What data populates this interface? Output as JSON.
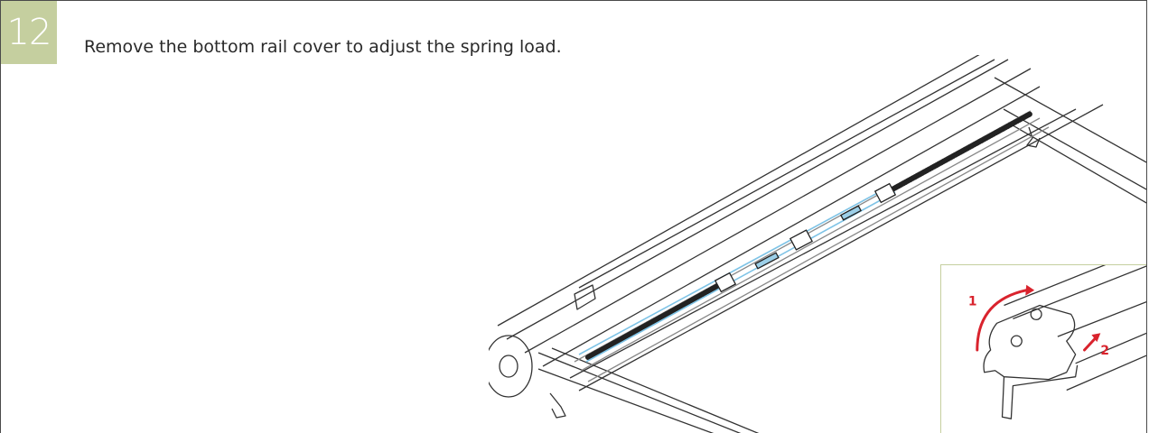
{
  "step": {
    "number": "12"
  },
  "instruction": {
    "text": "Remove the bottom rail cover to adjust the spring load."
  },
  "detail": {
    "callout_1": "1",
    "callout_2": "2"
  },
  "colors": {
    "badge": "#c5cf9f",
    "spring_cable": "#7ec3e6",
    "arrow": "#d9232d"
  }
}
